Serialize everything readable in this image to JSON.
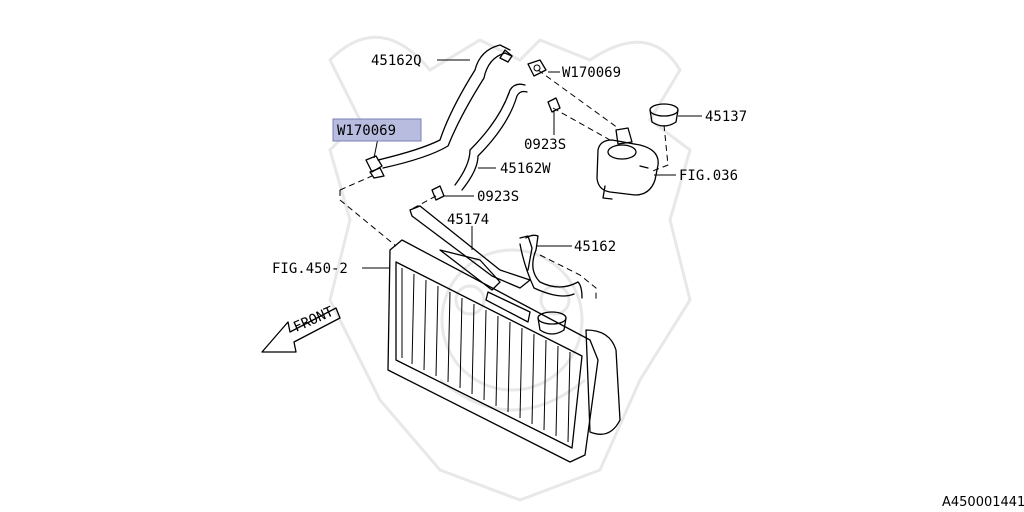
{
  "labels": {
    "hose_upper_q": "45162Q",
    "clamp_top": "W170069",
    "clamp_highlighted": "W170069",
    "clip_upper": "0923S",
    "tank_cap": "45137",
    "hose_w": "45162W",
    "reservoir_fig": "FIG.036",
    "clip_lower": "0923S",
    "bracket": "45174",
    "hose_lower": "45162",
    "radiator_fig": "FIG.450-2",
    "front_arrow": "FRONT",
    "diagram_id": "A450001441"
  },
  "colors": {
    "highlight_fill": "#b8bde0",
    "line": "#000000",
    "watermark": "#e8e8e8"
  }
}
